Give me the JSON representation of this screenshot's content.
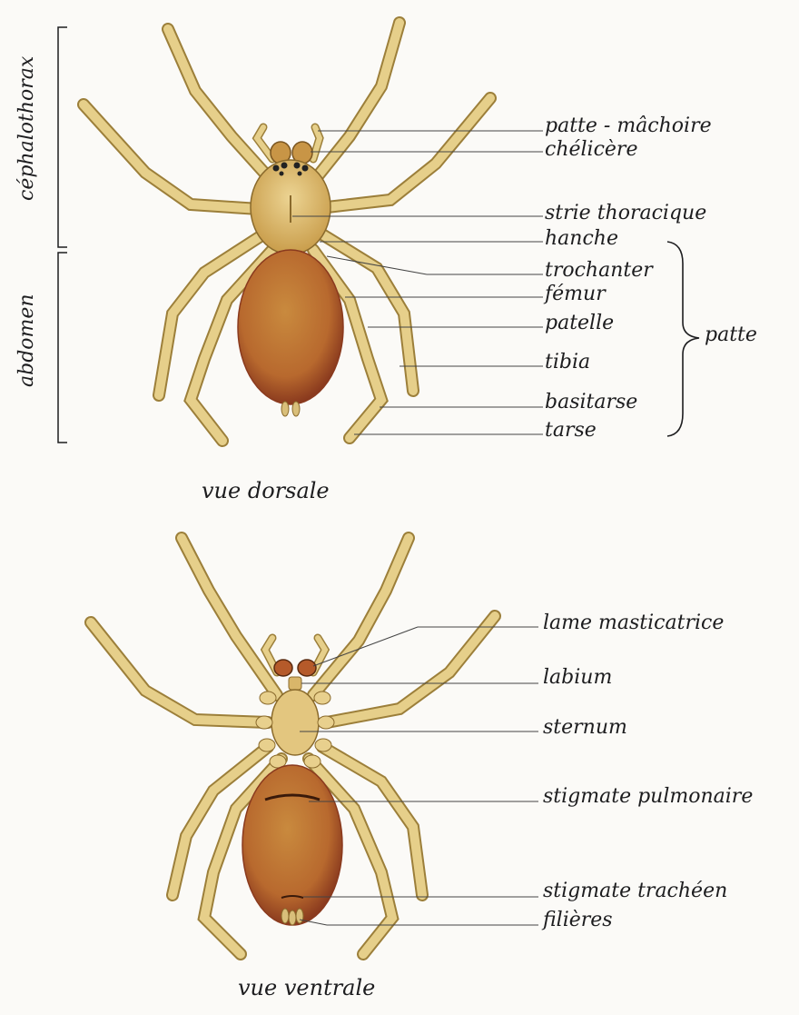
{
  "colors": {
    "paper": "#fbfaf7",
    "ink": "#1d1d1f",
    "leg": "#e6cf8a",
    "leg_dark": "#9c7f3a",
    "cephalothorax": "#d7b668",
    "abdomen": "#b8692e",
    "abdomen_edge": "#8a3a1e"
  },
  "dorsal": {
    "caption": "vue dorsale",
    "body_regions": [
      "céphalothorax",
      "abdomen"
    ],
    "labels": [
      "patte - mâchoire",
      "chélicère",
      "strie thoracique",
      "hanche",
      "trochanter",
      "fémur",
      "patelle",
      "tibia",
      "basitarse",
      "tarse"
    ],
    "group_label": "patte"
  },
  "ventral": {
    "caption": "vue ventrale",
    "labels": [
      "lame masticatrice",
      "labium",
      "sternum",
      "stigmate pulmonaire",
      "stigmate trachéen",
      "filières"
    ]
  }
}
